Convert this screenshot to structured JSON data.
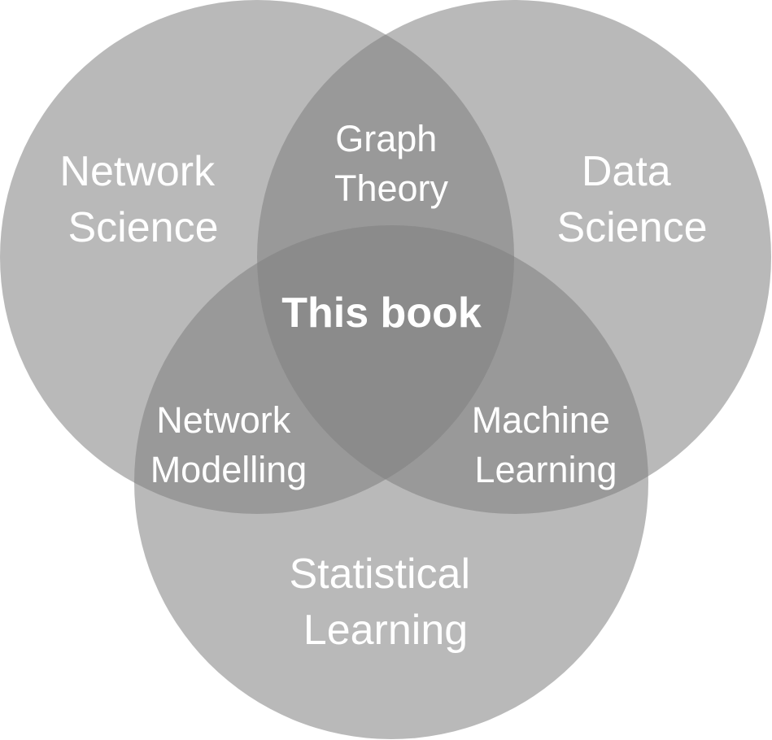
{
  "diagram": {
    "type": "venn",
    "fill_color": "#808080",
    "sets": {
      "top_left": {
        "line1": "Network",
        "line2": "Science"
      },
      "top_right": {
        "line1": "Data",
        "line2": "Science"
      },
      "bottom": {
        "line1": "Statistical",
        "line2": "Learning"
      }
    },
    "intersections": {
      "top": {
        "line1": "Graph",
        "line2": "Theory"
      },
      "left": {
        "line1": "Network",
        "line2": "Modelling"
      },
      "right": {
        "line1": "Machine",
        "line2": "Learning"
      },
      "center": "This book"
    }
  }
}
